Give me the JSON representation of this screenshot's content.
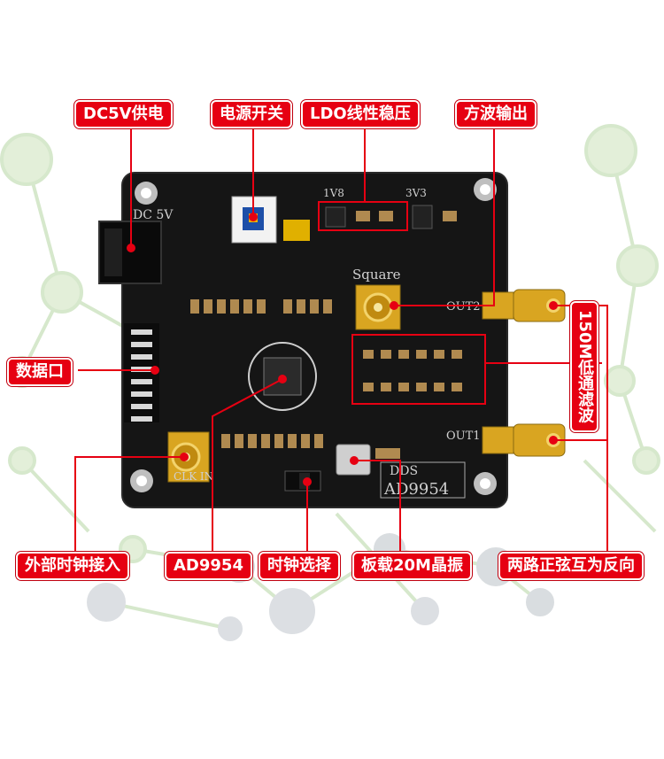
{
  "callouts": {
    "dc_power": "DC5V供电",
    "power_switch": "电源开关",
    "ldo": "LDO线性稳压",
    "square_out": "方波输出",
    "data_port": "数据口",
    "lowpass": "150M低通滤波",
    "ext_clock": "外部时钟接入",
    "chip": "AD9954",
    "clock_select": "时钟选择",
    "crystal": "板载20M晶振",
    "sine_out": "两路正弦互为反向"
  },
  "silkscreen": {
    "dc": "DC 5V",
    "v18": "1V8",
    "v33": "3V3",
    "square": "Square",
    "out2": "OUT2",
    "out1": "OUT1",
    "clk_in": "CLK IN",
    "dds": "DDS",
    "model": "AD9954"
  },
  "colors": {
    "callout_bg": "#e60012",
    "pcb": "#141414",
    "gold": "#d9a521",
    "network": "#cfe3c4"
  }
}
